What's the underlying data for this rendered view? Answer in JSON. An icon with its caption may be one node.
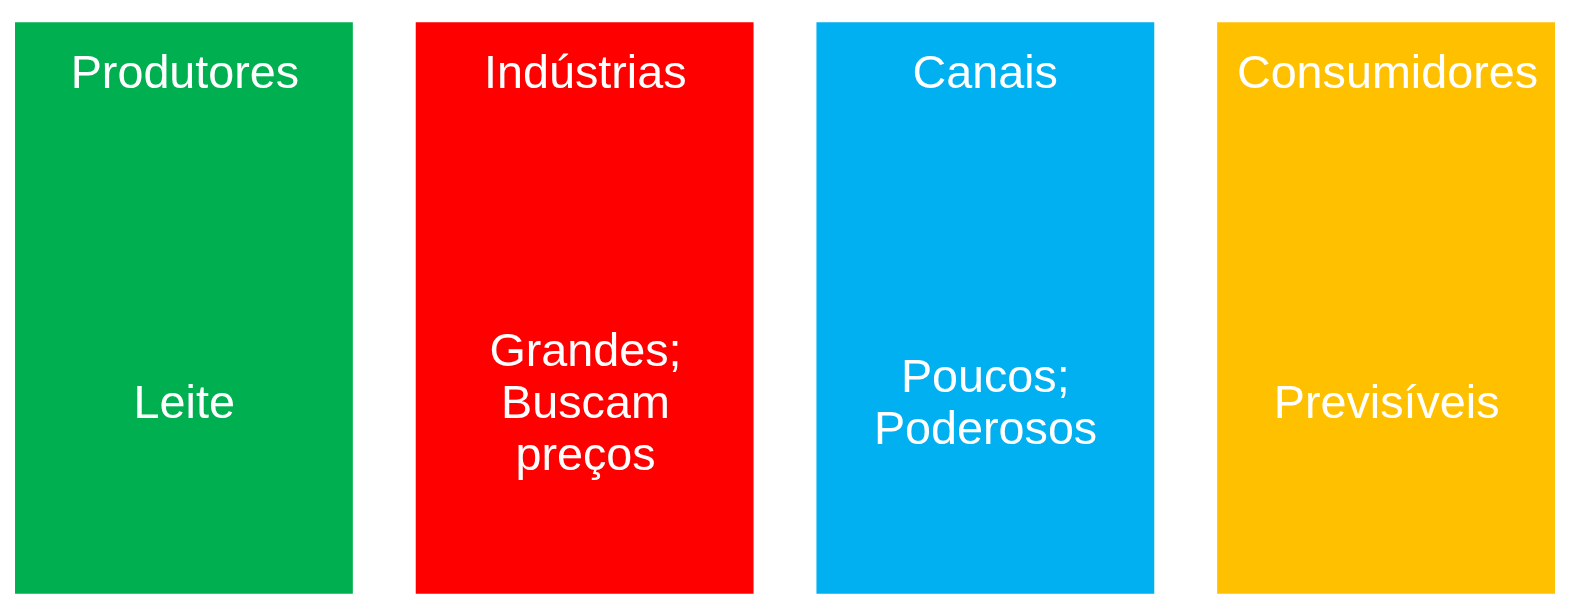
{
  "diagram": {
    "nodes": [
      {
        "text": [
          "Produtores",
          "Leite"
        ]
      },
      {
        "text": [
          "Indústrias",
          "Grandes; Buscam preços"
        ]
      },
      {
        "text": [
          "Canais",
          "Poucos; Poderosos"
        ]
      },
      {
        "text": [
          "Consumidores",
          "Previsíveis"
        ]
      }
    ]
  }
}
